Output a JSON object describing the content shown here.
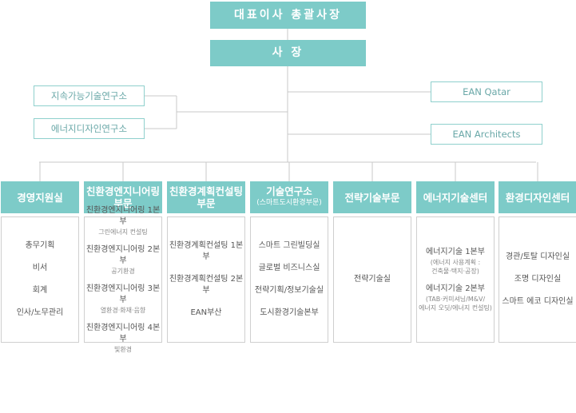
{
  "ceo": "대표이사 총괄사장",
  "president": "사 장",
  "institutes": [
    "지속가능기술연구소",
    "에너지디자인연구소"
  ],
  "affiliates": [
    "EAN Qatar",
    "EAN Architects"
  ],
  "departments": [
    {
      "title": "경영지원실",
      "items": [
        {
          "name": "총무기획"
        },
        {
          "name": "비서"
        },
        {
          "name": "회계"
        },
        {
          "name": "인사/노무관리"
        }
      ]
    },
    {
      "title": "친환경엔지니어링",
      "title2": "부문",
      "items": [
        {
          "name": "친환경엔지니어링 1본부",
          "sub": "그린에너지 컨설팅"
        },
        {
          "name": "친환경엔지니어링 2본부",
          "sub": "공기환경"
        },
        {
          "name": "친환경엔지니어링 3본부",
          "sub": "열환경·화재·음향"
        },
        {
          "name": "친환경엔지니어링 4본부",
          "sub": "빛환경"
        }
      ]
    },
    {
      "title": "친환경계획컨설팅",
      "title2": "부문",
      "items": [
        {
          "name": "친환경계획컨설팅 1본부"
        },
        {
          "name": "친환경계획컨설팅 2본부"
        },
        {
          "name": "EAN부산"
        }
      ]
    },
    {
      "title": "기술연구소",
      "subtitle": "(스마트도시환경부문)",
      "items": [
        {
          "name": "스마트 그린빌딩실"
        },
        {
          "name": "글로벌 비즈니스실"
        },
        {
          "name": "전략기획/정보기술실"
        },
        {
          "name": "도시환경기술본부"
        }
      ]
    },
    {
      "title": "전략기술부문",
      "items": [
        {
          "name": "전략기술실"
        }
      ]
    },
    {
      "title": "에너지기술센터",
      "items": [
        {
          "name": "에너지기술 1본부",
          "sub": "(에너지 사용계획 :",
          "sub2": "건축물·택지·공장)"
        },
        {
          "name": "에너지기술 2본부",
          "sub": "(TAB·커미셔닝/M&V/",
          "sub2": "에너지 오딧/에너지 컨설팅)"
        }
      ]
    },
    {
      "title": "환경디자인센터",
      "items": [
        {
          "name": "경관/토탈 디자인실"
        },
        {
          "name": "조명 디자인실"
        },
        {
          "name": "스마트 에코 디자인실"
        }
      ]
    }
  ]
}
